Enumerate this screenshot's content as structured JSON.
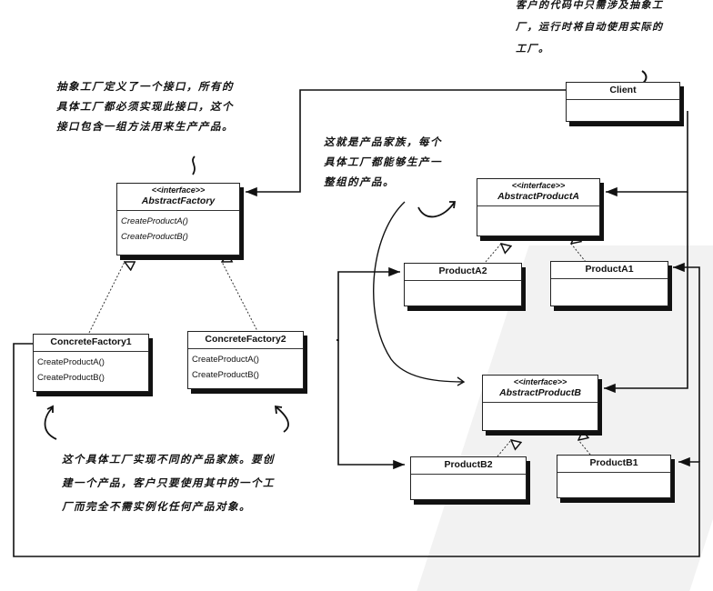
{
  "diagram": {
    "title": "Abstract Factory Pattern",
    "notes": {
      "client": [
        "客户的代码中只需涉及抽象工",
        "厂，运行时将自动使用实际的",
        "工厂。"
      ],
      "abstract_factory": [
        "抽象工厂定义了一个接口，所有的",
        "具体工厂都必须实现此接口，这个",
        "接口包含一组方法用来生产产品。"
      ],
      "product_family": [
        "这就是产品家族，每个",
        "具体工厂都能够生产一",
        "整组的产品。"
      ],
      "concrete_factory": [
        "这个具体工厂实现不同的产品家族。要创",
        "建一个产品，客户只要使用其中的一个工",
        "厂而完全不需实例化任何产品对象。"
      ]
    },
    "classes": {
      "client": {
        "name": "Client",
        "operations": []
      },
      "abstract_factory": {
        "stereotype": "<<interface>>",
        "name": "AbstractFactory",
        "operations": [
          "CreateProductA()",
          "CreateProductB()"
        ]
      },
      "concrete_factory1": {
        "name": "ConcreteFactory1",
        "operations": [
          "CreateProductA()",
          "CreateProductB()"
        ]
      },
      "concrete_factory2": {
        "name": "ConcreteFactory2",
        "operations": [
          "CreateProductA()",
          "CreateProductB()"
        ]
      },
      "abstract_product_a": {
        "stereotype": "<<interface>>",
        "name": "AbstractProductA",
        "operations": []
      },
      "product_a2": {
        "name": "ProductA2",
        "operations": []
      },
      "product_a1": {
        "name": "ProductA1",
        "operations": []
      },
      "abstract_product_b": {
        "stereotype": "<<interface>>",
        "name": "AbstractProductB",
        "operations": []
      },
      "product_b2": {
        "name": "ProductB2",
        "operations": []
      },
      "product_b1": {
        "name": "ProductB1",
        "operations": []
      }
    },
    "relationships": [
      {
        "from": "Client",
        "to": "AbstractFactory",
        "type": "association"
      },
      {
        "from": "Client",
        "to": "AbstractProductA",
        "type": "association"
      },
      {
        "from": "Client",
        "to": "AbstractProductB",
        "type": "association"
      },
      {
        "from": "ConcreteFactory1",
        "to": "AbstractFactory",
        "type": "realization"
      },
      {
        "from": "ConcreteFactory2",
        "to": "AbstractFactory",
        "type": "realization"
      },
      {
        "from": "ProductA2",
        "to": "AbstractProductA",
        "type": "realization"
      },
      {
        "from": "ProductA1",
        "to": "AbstractProductA",
        "type": "realization"
      },
      {
        "from": "ProductB2",
        "to": "AbstractProductB",
        "type": "realization"
      },
      {
        "from": "ProductB1",
        "to": "AbstractProductB",
        "type": "realization"
      },
      {
        "from": "ConcreteFactory2",
        "to": "ProductA2",
        "type": "dependency"
      },
      {
        "from": "ConcreteFactory2",
        "to": "ProductB2",
        "type": "dependency"
      },
      {
        "from": "ConcreteFactory1",
        "to": "ProductA1",
        "type": "dependency"
      },
      {
        "from": "ConcreteFactory1",
        "to": "ProductB1",
        "type": "dependency"
      }
    ]
  }
}
